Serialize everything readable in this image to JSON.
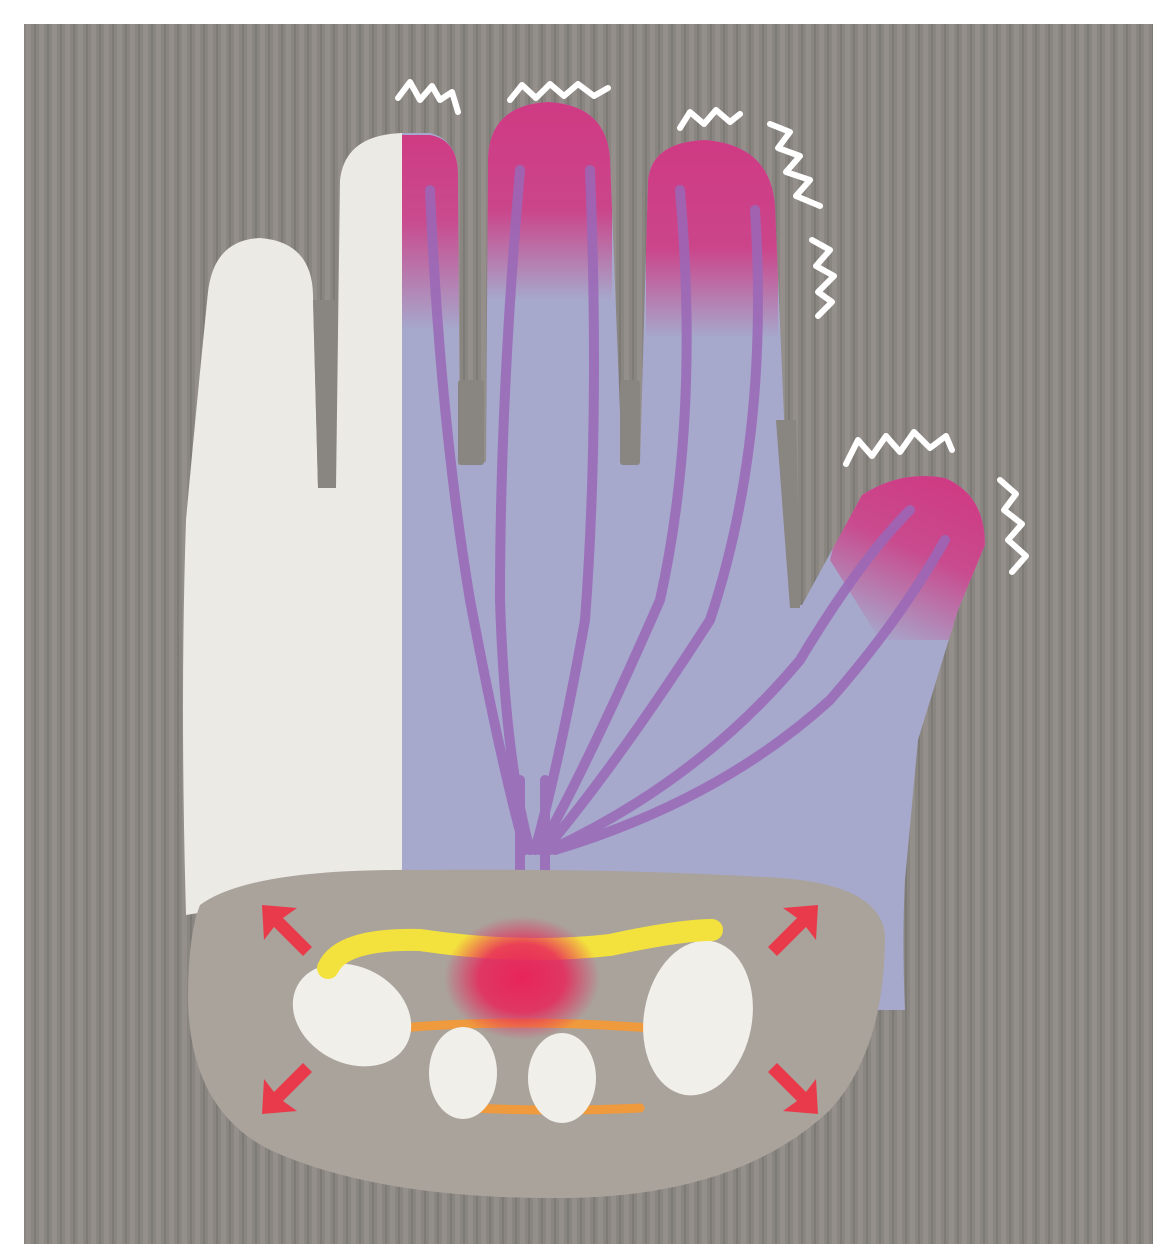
{
  "diagram": {
    "subject": "hand-with-carpal-tunnel-cross-section",
    "affected_fingers": [
      "index",
      "middle",
      "ring",
      "thumb"
    ],
    "unaffected_fingers": [
      "little"
    ],
    "colors": {
      "background": "#898580",
      "background_stripe_light": "#948f8a",
      "background_stripe_dark": "#7e7a75",
      "frame": "#ffffff",
      "hand_unaffected": "#eceae5",
      "hand_affected": "#a6a8cc",
      "fingertip_tingling": "#cf3a83",
      "nerve": "#9a68b8",
      "wrist_section": "#aaa39b",
      "carpal_bone": "#f1efea",
      "ligament": "#f3e23d",
      "tendon_band": "#ef9a3c",
      "compressed_nerve": "#e8245a",
      "pressure_arrow": "#e83a4a",
      "tingle_marks": "#ffffff"
    },
    "icons": [
      "tingle-squiggle-icon",
      "pressure-arrow-icon"
    ]
  }
}
